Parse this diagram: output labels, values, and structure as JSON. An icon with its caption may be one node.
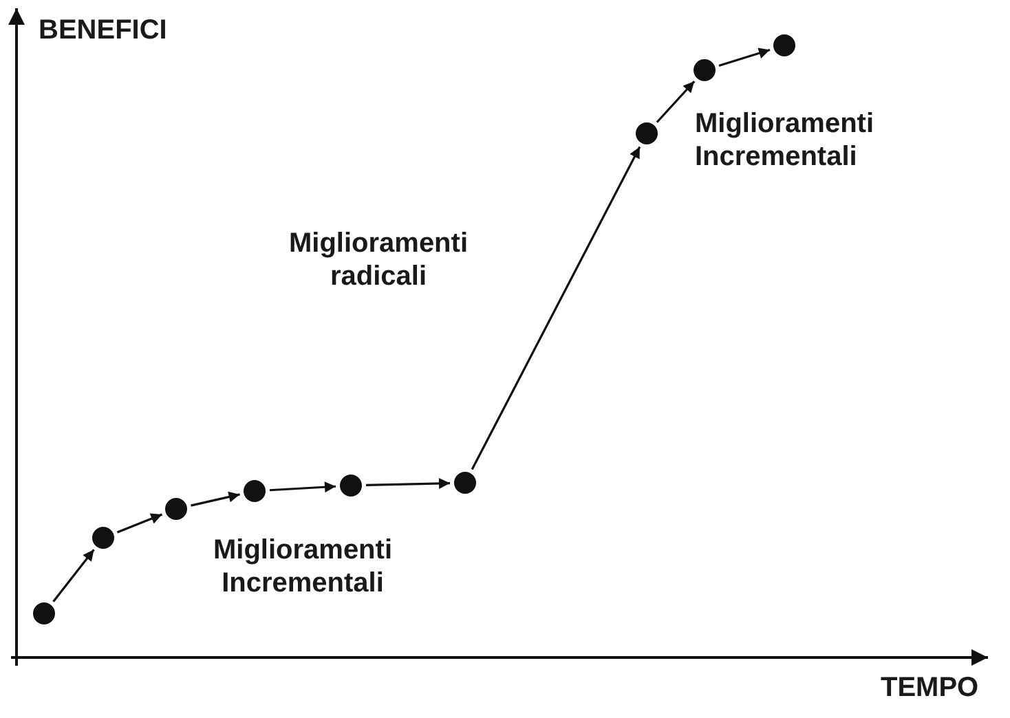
{
  "diagram": {
    "nodes": [
      {
        "text": [],
        "shape": "circle"
      },
      {
        "text": [],
        "shape": "circle"
      },
      {
        "text": [],
        "shape": "circle"
      },
      {
        "text": [],
        "shape": "circle"
      },
      {
        "text": [],
        "shape": "circle"
      },
      {
        "text": [],
        "shape": "circle"
      },
      {
        "text": [],
        "shape": "circle"
      },
      {
        "text": [],
        "shape": "circle"
      },
      {
        "text": [],
        "shape": "circle"
      }
    ],
    "edges": [
      {
        "from": 0,
        "to": 1,
        "arrow": "to"
      },
      {
        "from": 1,
        "to": 2,
        "arrow": "to"
      },
      {
        "from": 2,
        "to": 3,
        "arrow": "to"
      },
      {
        "from": 3,
        "to": 4,
        "arrow": "to"
      },
      {
        "from": 4,
        "to": 5,
        "arrow": "to"
      },
      {
        "from": 5,
        "to": 6,
        "arrow": "to"
      },
      {
        "from": 6,
        "to": 7,
        "arrow": "to"
      },
      {
        "from": 7,
        "to": 8,
        "arrow": "to"
      }
    ],
    "labels": [
      "BENEFICI",
      "Miglioramenti Incrementali",
      "Miglioramenti radicali",
      "Miglioramenti Incrementali",
      "TEMPO"
    ]
  }
}
